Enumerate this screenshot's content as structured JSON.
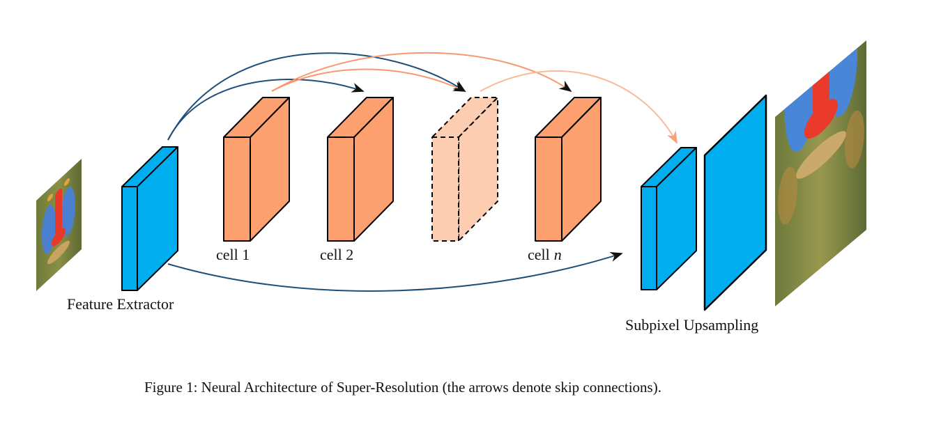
{
  "labels": {
    "feature_extractor": "Feature Extractor",
    "cell1": "cell 1",
    "cell2": "cell 2",
    "celln_prefix": "cell",
    "celln_var": "n",
    "subpixel": "Subpixel Upsampling"
  },
  "caption": "Figure 1: Neural Architecture of Super-Resolution (the arrows denote skip connections).",
  "colors": {
    "blue_block": "#00AEEF",
    "orange_block": "#FCA070",
    "orange_block_faded": "#FDCDB1",
    "skip_blue": "#1F4E79",
    "skip_orange": "#F89870",
    "skip_orange_light": "#F9B99A"
  }
}
